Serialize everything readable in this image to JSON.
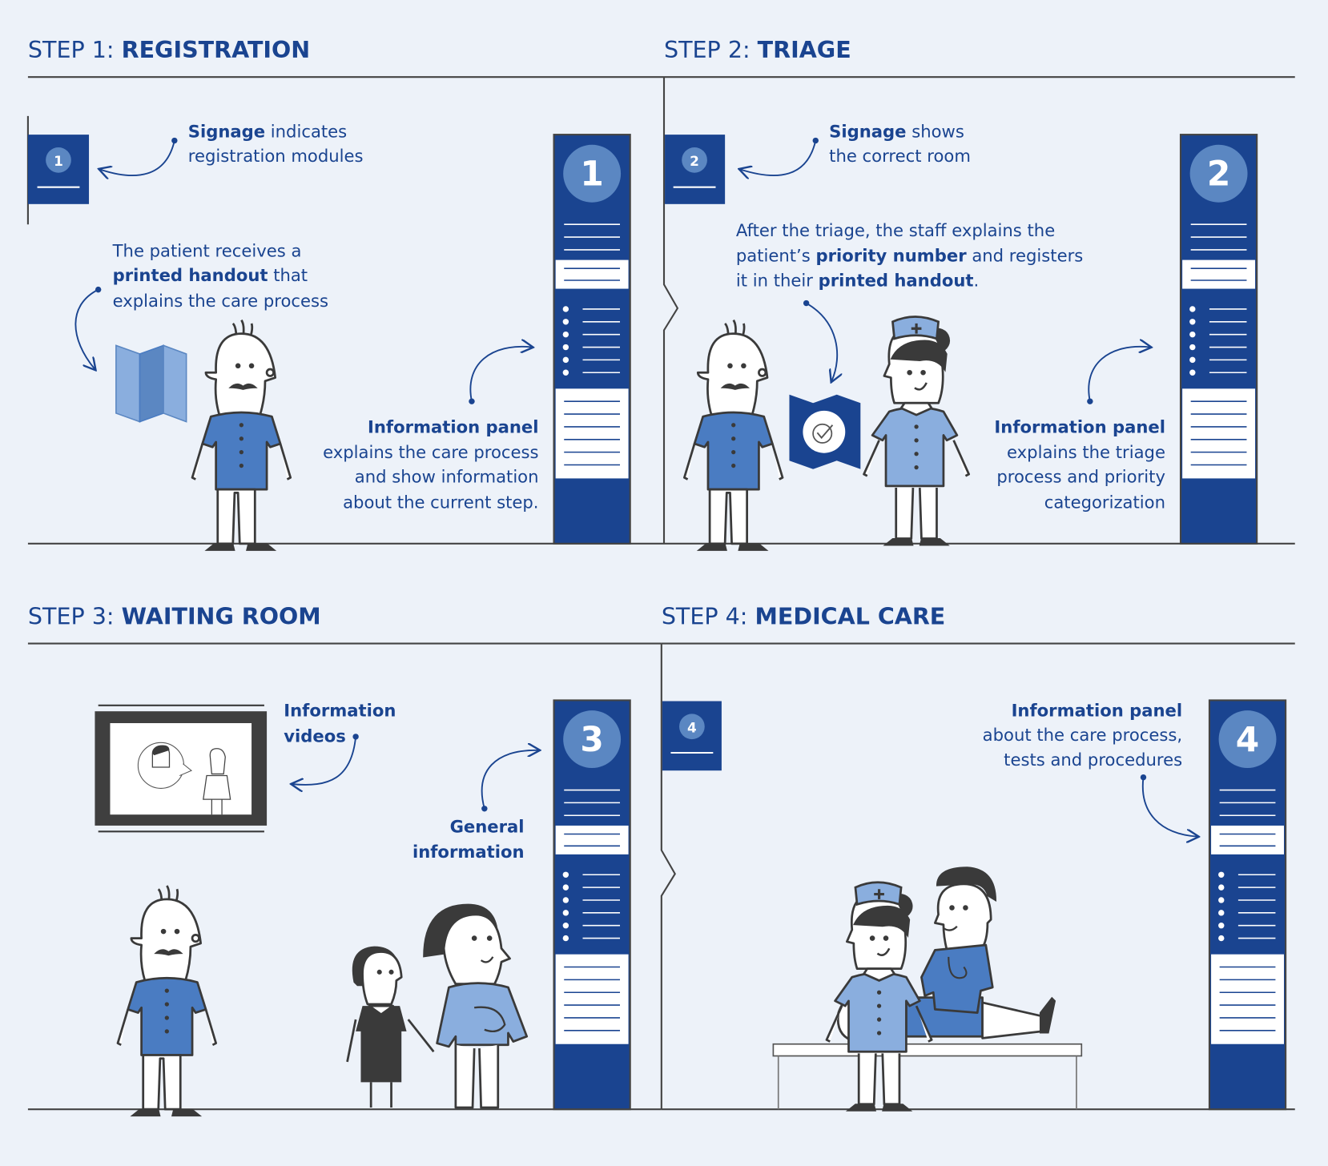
{
  "steps": [
    {
      "prefix": "STEP 1: ",
      "title": "REGISTRATION",
      "signage": {
        "number": "1",
        "bold": "Signage",
        "rest": " indicates",
        "line2": "registration modules"
      },
      "panel": {
        "number": "1"
      },
      "handout_note": {
        "line1": "The patient receives a",
        "bold": "printed handout",
        "line2_rest": " that",
        "line3": "explains the care process"
      },
      "panel_note": {
        "bold": "Information panel",
        "lines": [
          "explains the care process",
          "and show information",
          "about the current step."
        ]
      }
    },
    {
      "prefix": "STEP 2: ",
      "title": "TRIAGE",
      "signage": {
        "number": "2",
        "bold": "Signage",
        "rest": " shows",
        "line2": "the correct room"
      },
      "panel": {
        "number": "2"
      },
      "triage_note": {
        "line1": "After the triage, the staff explains the",
        "line2_pre": "patient’s ",
        "line2_bold": "priority number",
        "line2_post": " and registers",
        "line3_pre": "it in their ",
        "line3_bold": "printed handout",
        "line3_post": "."
      },
      "panel_note": {
        "bold": "Information panel",
        "lines": [
          "explains the triage",
          "process and priority",
          "categorization"
        ]
      }
    },
    {
      "prefix": "STEP 3: ",
      "title": "WAITING ROOM",
      "panel": {
        "number": "3"
      },
      "video_note": {
        "lines": [
          "Information",
          "videos"
        ]
      },
      "general_note": {
        "lines": [
          "General",
          "information"
        ]
      }
    },
    {
      "prefix": "STEP 4: ",
      "title": "MEDICAL CARE",
      "signage": {
        "number": "4"
      },
      "panel": {
        "number": "4"
      },
      "panel_note": {
        "bold": "Information panel",
        "lines": [
          "about the care process,",
          "tests and procedures"
        ]
      }
    }
  ],
  "colors": {
    "background": "#edf2f9",
    "navy": "#1a4490",
    "circle_blue": "#5b87c2",
    "shirt_blue": "#4a7cc2",
    "light_blue": "#8aaede",
    "line_gray": "#444444"
  },
  "icons": {
    "handout": "folded-map-icon",
    "priority_card": "check-circle-icon",
    "tv": "video-screen-icon"
  }
}
